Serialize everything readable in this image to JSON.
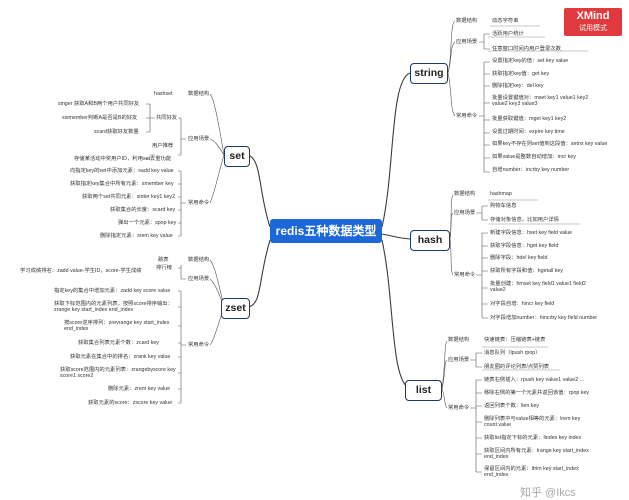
{
  "root": "redis五种数据类型",
  "badge": {
    "brand": "XMind",
    "mode": "试用模式"
  },
  "watermark": "知乎 @Ikcs",
  "string": {
    "title": "string",
    "data_structure": "数据结构",
    "data_structure_value": "动态字符串",
    "scenarios": "应用场景",
    "scenario_items": [
      "活跃用户统计",
      "任意窗口时间内用户登录次数"
    ],
    "commands": "常用命令",
    "command_items": [
      "设置指定key的值：set key value",
      "获取指定key值：get key",
      "删除指定key：del key",
      "批量设置键值对：mset key1 value1 key2 value2 key3 value3",
      "批量获取键值：mget key1 key2",
      "设置过期时间：expire key time",
      "如果key不存在则set值到这段值：setnx key value",
      "如果value是整数自动增加：incr key",
      "自增number：incrby key number"
    ]
  },
  "hash": {
    "title": "hash",
    "data_structure": "数据结构",
    "data_structure_value": "hashmap",
    "scenarios": "应用场景",
    "scenario_items": [
      "购物车信息",
      "存储对象信息，比如用户详情"
    ],
    "commands": "常用命令",
    "command_items": [
      "新建字段信息：hset key field value",
      "获取字段信息：hget key field",
      "删除字段：hdel key field",
      "获取所有字段和值：hgetall key",
      "批量创建：hmset key field1 value1 field2 value2",
      "对字段自增：hincr key field",
      "对字段增加number：hincrby key field number"
    ]
  },
  "list": {
    "title": "list",
    "data_structure": "数据结构",
    "data_structure_value": "快速链表：压缩链表+链表",
    "scenarios": "应用场景",
    "scenario_items": [
      "消息队列（lpush rpop）",
      "朋友圈的评论列表/点赞列表"
    ],
    "commands": "常用命令",
    "command_items": [
      "链表右侧插入：rpush key value1 value2 ...",
      "移除右侧的第一个元素并返回该值：rpop key",
      "返回列表个数：llen key",
      "删除列表中与value相等的元素：lrem key count value",
      "获取list指定下标的元素：lindex key index",
      "获取区间内所有元素：lrange key start_index end_index",
      "保留区间内的元素：ltrim key start_index end_index"
    ]
  },
  "set": {
    "title": "set",
    "data_structure": "数据结构",
    "data_structure_value": "hashset",
    "scenarios": "应用场景",
    "scenario_friends": "共同好友",
    "friend_items": [
      "singer 获取A和B两个用户共同好友",
      "sismember判断A是否是B的好友",
      "scard获取好友数量"
    ],
    "scenario_recommend": "用户推荐",
    "recommend_items": [
      "存储某活动中奖用户ID，利用set去重功能"
    ],
    "commands": "常用命令",
    "command_items": [
      "向指定key的set中添加元素：sadd key value",
      "获取指定key集合中所有元素：smember key",
      "获取两个set共同元素：sinter key1 key2",
      "获取集合的长度：scard key",
      "弹出一个元素：spop key",
      "删除指定元素：srem key value"
    ]
  },
  "zset": {
    "title": "zset",
    "data_structure": "数据结构",
    "data_structure_value": "跳表",
    "scenarios": "应用场景",
    "scenario_rank": "排行榜",
    "rank_items": [
      "学习成绩排名：zadd value-学生ID，score-学生成绩"
    ],
    "commands": "常用命令",
    "command_items": [
      "指定key的集合中增加元素：zadd key score value",
      "获取下标范围内的元素列表，按照score排序输出：zrange key start_index end_index",
      "按score逆序排列：zrevrange key start_index end_index",
      "获取集合列表元素个数：zcard key",
      "获取元素在集合中的排名：zrank key value",
      "获取score范围内的元素列表：zrangebyscore key score1 score2",
      "删除元素：zrem key value",
      "获取元素的score：zscore key value"
    ]
  },
  "colors": {
    "root": "#1d67d8",
    "line": "#3b3b3b",
    "badge": "#e03a3e"
  }
}
